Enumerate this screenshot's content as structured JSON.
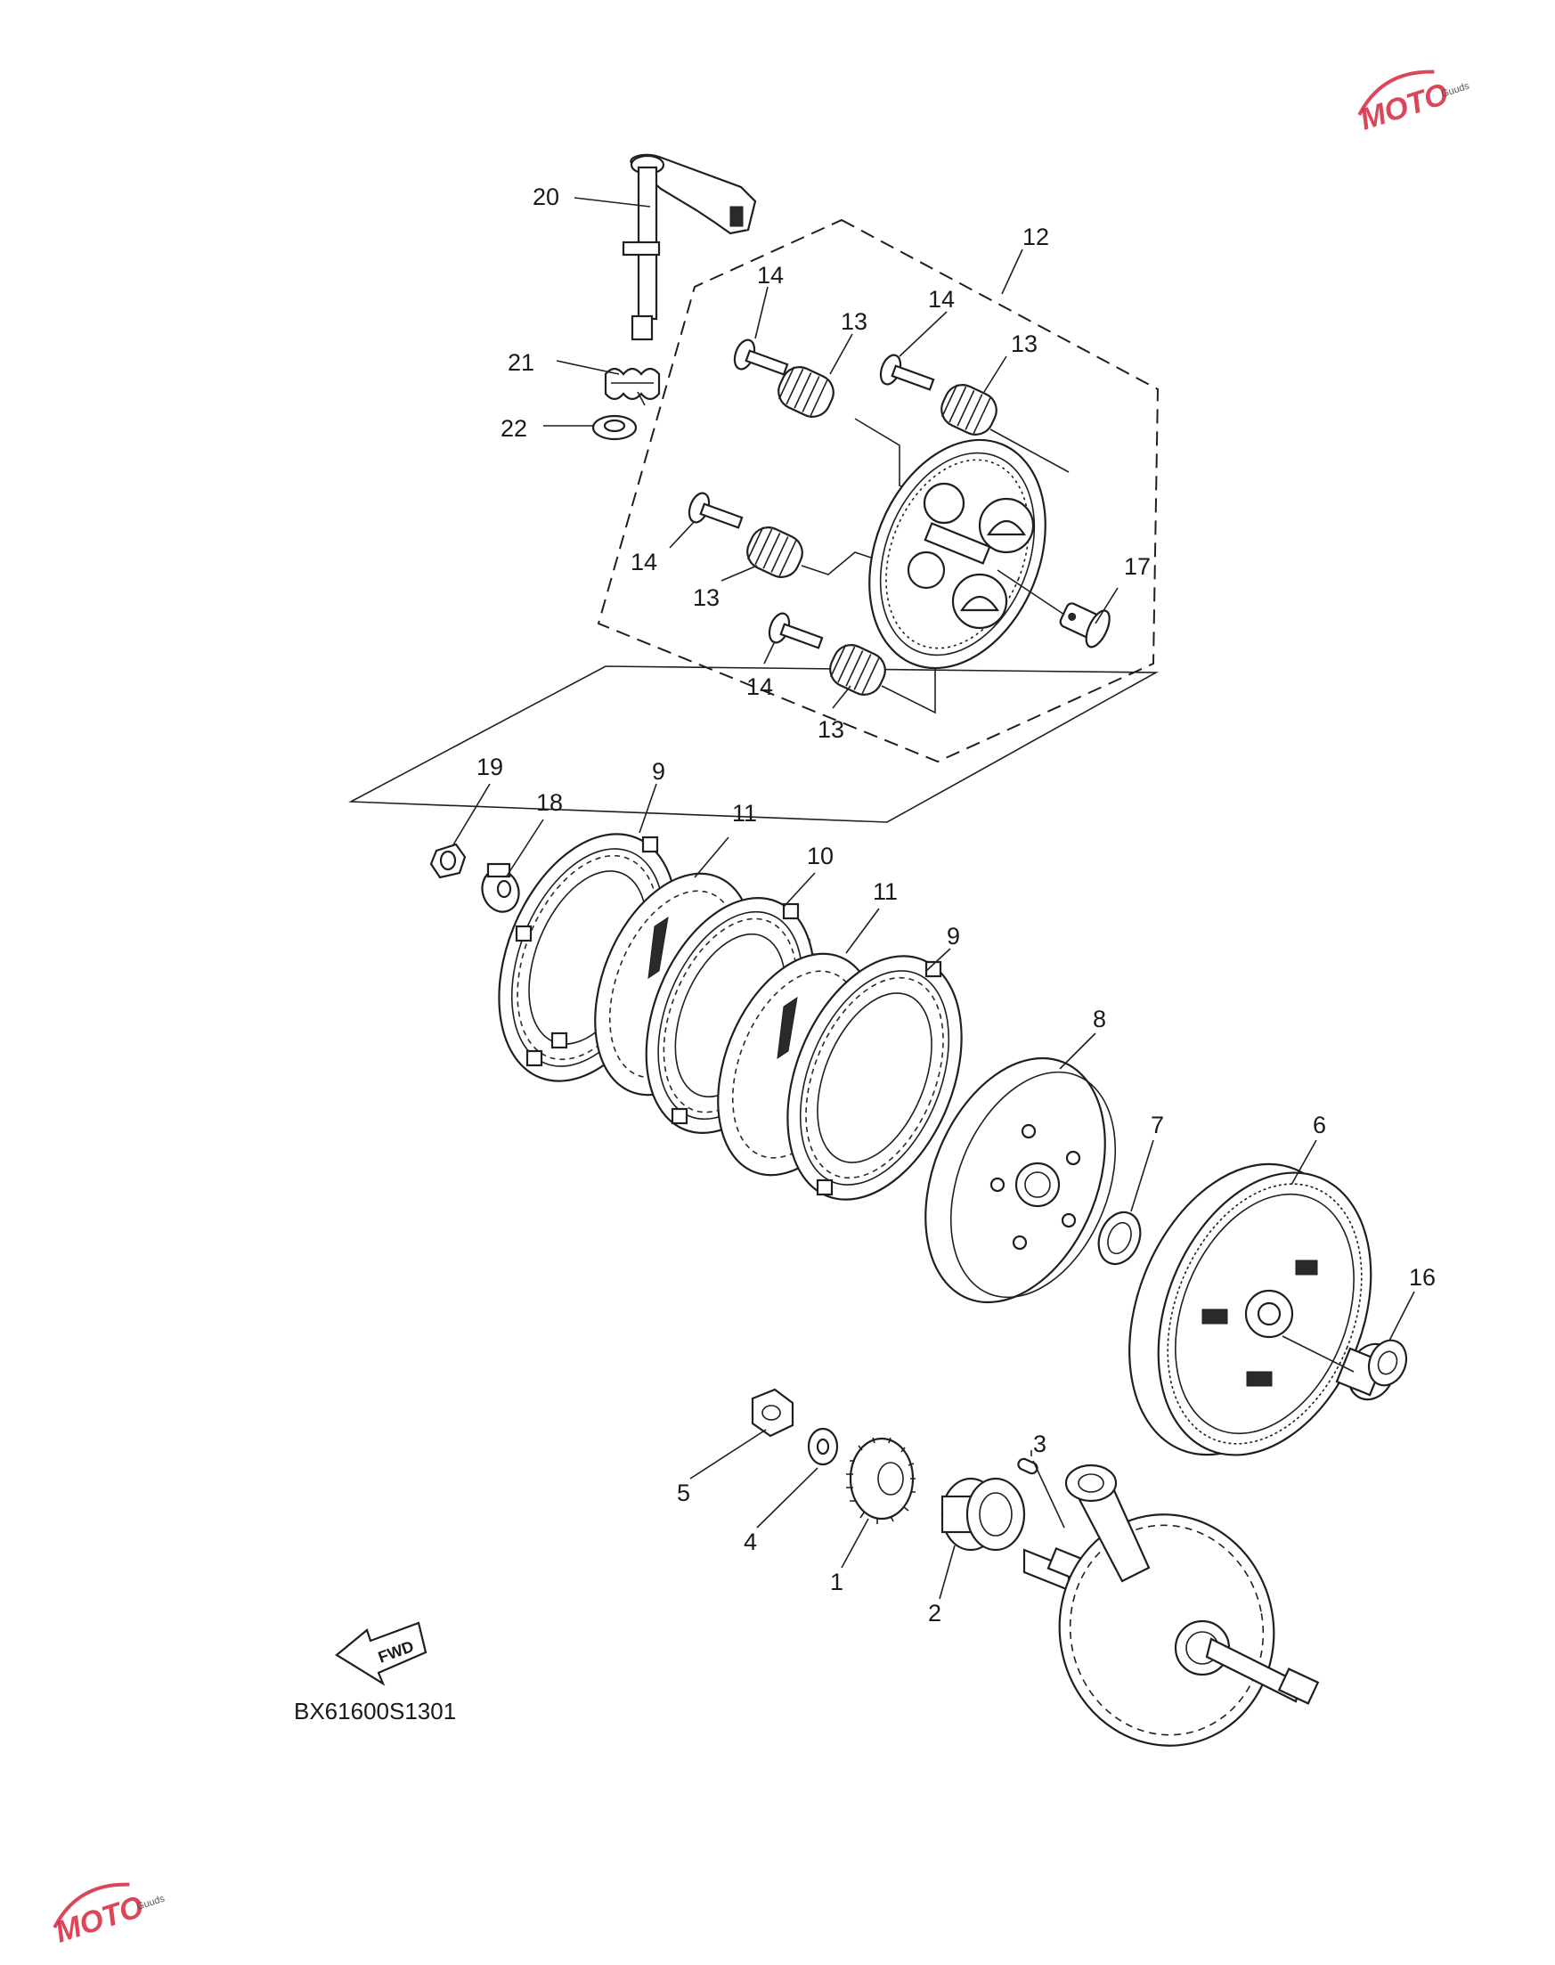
{
  "diagram_code": "BX61600S1301",
  "direction_marker": {
    "label": "FWD",
    "icon": "fwd-arrow-icon"
  },
  "watermark": {
    "text": "MOTO",
    "subtext": "Guuds",
    "color": "#d7263d",
    "icon": "moto-guuds-logo-icon"
  },
  "callouts": {
    "p1": "1",
    "p2": "2",
    "p3": "3",
    "p4": "4",
    "p5": "5",
    "p6": "6",
    "p7": "7",
    "p8": "8",
    "p9a": "9",
    "p9b": "9",
    "p10": "10",
    "p11a": "11",
    "p11b": "11",
    "p12": "12",
    "p13a": "13",
    "p13b": "13",
    "p13c": "13",
    "p13d": "13",
    "p14a": "14",
    "p14b": "14",
    "p14c": "14",
    "p14d": "14",
    "p16": "16",
    "p17": "17",
    "p18": "18",
    "p19": "19",
    "p20": "20",
    "p21": "21",
    "p22": "22"
  },
  "colors": {
    "line": "#1f1f1f",
    "background": "#ffffff",
    "watermark": "#d7263d"
  }
}
